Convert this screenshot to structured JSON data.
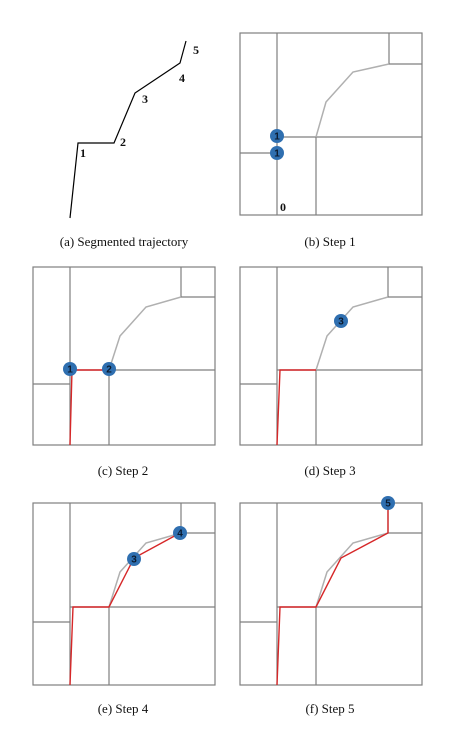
{
  "captions": {
    "a": "(a) Segmented trajectory",
    "b": "(b) Step 1",
    "c": "(c) Step 2",
    "d": "(d) Step 3",
    "e": "(e) Step 4",
    "f": "(f) Step 5"
  },
  "segment_labels": [
    "1",
    "2",
    "3",
    "4",
    "5"
  ],
  "node_labels": {
    "b": [
      "1",
      "1"
    ],
    "b_origin": "0",
    "c": [
      "1",
      "2"
    ],
    "d": [
      "3"
    ],
    "e": [
      "3",
      "4"
    ],
    "f": [
      "5"
    ]
  },
  "colors": {
    "grid_lines": "#7f7f7f",
    "road_curve": "#b0b0b0",
    "path": "#d62728",
    "node_fill": "#2f6fb0",
    "trajectory": "#000000"
  }
}
